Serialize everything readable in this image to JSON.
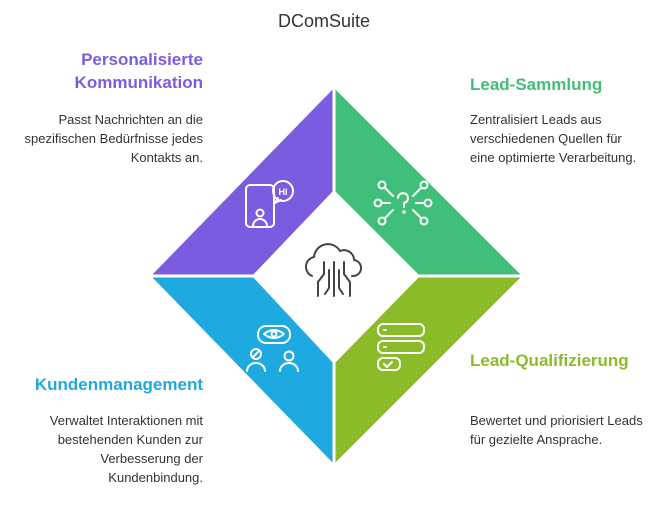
{
  "title": "DComSuite",
  "quadrants": [
    {
      "heading": "Personalisierte Kommunikation",
      "description": "Passt Nachrichten an die spezifischen Bedürfnisse jedes Kontakts an.",
      "color": "#7b5ce0",
      "icon": "chat-person-icon"
    },
    {
      "heading": "Lead-Sammlung",
      "description": "Zentralisiert Leads aus verschiedenen Quellen für eine optimierte Verarbeitung.",
      "color": "#3fbf7a",
      "icon": "network-question-icon"
    },
    {
      "heading": "Lead-Qualifizierung",
      "description": "Bewertet und priorisiert Leads für gezielte Ansprache.",
      "color": "#8cbb2a",
      "icon": "checklist-icon"
    },
    {
      "heading": "Kundenmanagement",
      "description": "Verwaltet Interaktionen mit bestehenden Kunden zur Verbesserung der Kundenbindung.",
      "color": "#1fa9e1",
      "icon": "people-eye-icon"
    }
  ],
  "center_icon": "cloud-circuit-icon"
}
